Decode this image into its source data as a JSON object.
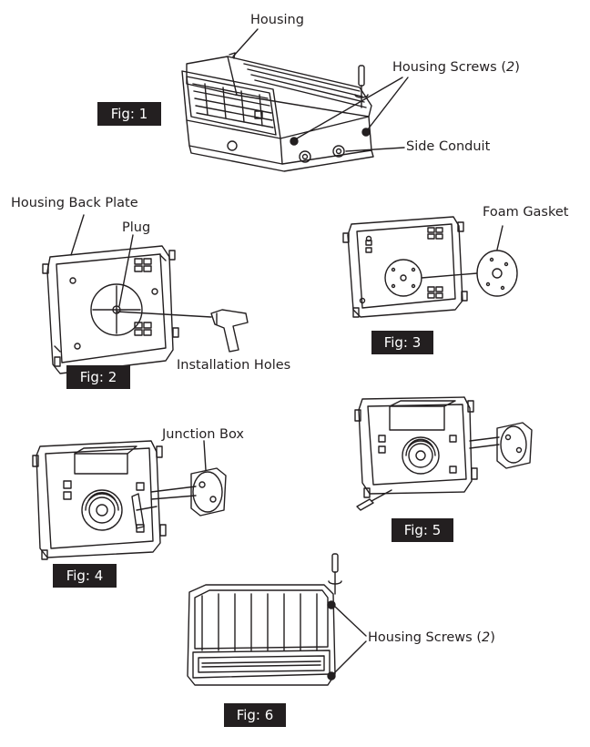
{
  "labels": {
    "housing": "Housing",
    "housing_screws": "Housing Screws (",
    "screws_count": "2",
    "screws_close": ")",
    "side_conduit": "Side Conduit",
    "back_plate": "Housing Back Plate",
    "plug": "Plug",
    "foam_gasket": "Foam Gasket",
    "installation_holes": "Installation Holes",
    "junction_box": "Junction Box"
  },
  "figures": [
    "Fig: 1",
    "Fig: 2",
    "Fig: 3",
    "Fig: 4",
    "Fig: 5",
    "Fig: 6"
  ],
  "colors": {
    "line": "#231f20",
    "fig_badge": "#231f20",
    "fig_text": "#ffffff"
  }
}
